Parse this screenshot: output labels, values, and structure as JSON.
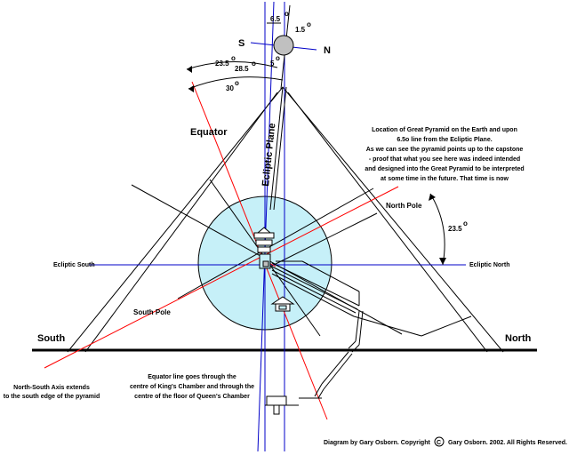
{
  "labels": {
    "angle_6_5": "6.5",
    "angle_1_5": "1.5",
    "angle_23_5_top": "23.5",
    "angle_28_5": "28.5",
    "angle_5": "5",
    "angle_30": "30",
    "angle_23_5_right": "23.5",
    "degree_mark": "o",
    "s": "S",
    "n": "N",
    "equator": "Equator",
    "ecliptic_plane": "Ecliptic Plane",
    "north_pole": "North Pole",
    "south_pole": "South Pole",
    "ecliptic_south": "Ecliptic South",
    "ecliptic_north": "Ecliptic North",
    "south": "South",
    "north": "North"
  },
  "notes": {
    "location_lines": [
      "Location of Great Pyramid on the Earth and upon",
      "6.5o line from the Ecliptic Plane.",
      "As we can see the pyramid points up to the capstone",
      "- proof that what you see here was indeed intended",
      "and designed into the Great Pyramid to be interpreted",
      "at some time in the future.  That time is now"
    ],
    "axis_lines": [
      "North-South Axis extends",
      "to the south edge of the pyramid"
    ],
    "equator_lines": [
      "Equator line goes through the",
      "centre of King's Chamber and through the",
      "centre of the floor of Queen's Chamber"
    ]
  },
  "credit": {
    "left": "Diagram by Gary Osborn. Copyright",
    "symbol": "C",
    "right": "Gary Osborn. 2002. All Rights Reserved."
  },
  "colors": {
    "circle_fill": "#c6f0f8",
    "blue_line": "#0000c8",
    "red_line": "#ff0000",
    "moon_fill": "#c0c0c0",
    "structure": "#000000"
  }
}
